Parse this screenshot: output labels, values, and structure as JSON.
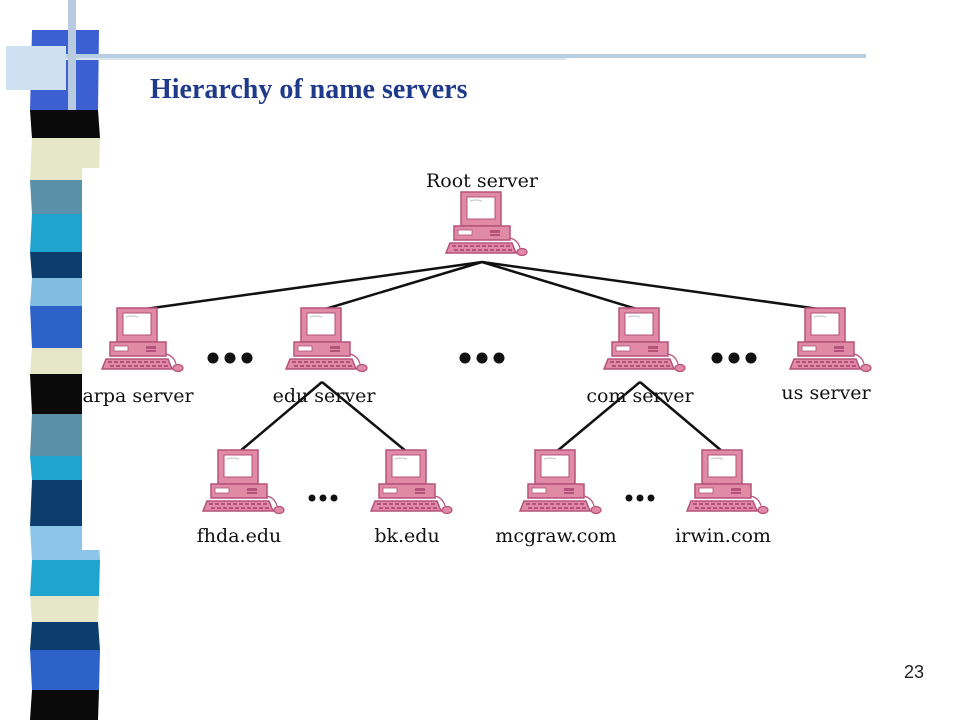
{
  "slide": {
    "title": "Hierarchy of name servers",
    "number": "23"
  },
  "diagram": {
    "root": {
      "label": "Root server"
    },
    "tld": [
      {
        "label": "arpa server"
      },
      {
        "label": "edu server"
      },
      {
        "label": "com server"
      },
      {
        "label": "us server"
      }
    ],
    "second_level": [
      {
        "label": "fhda.edu"
      },
      {
        "label": "bk.edu"
      },
      {
        "label": "mcgraw.com"
      },
      {
        "label": "irwin.com"
      }
    ],
    "colors": {
      "computer": "#e08aa6",
      "computer_dark": "#b5527a",
      "screen": "#ffffff",
      "edge": "#111111",
      "title": "#1f3a8a"
    }
  }
}
